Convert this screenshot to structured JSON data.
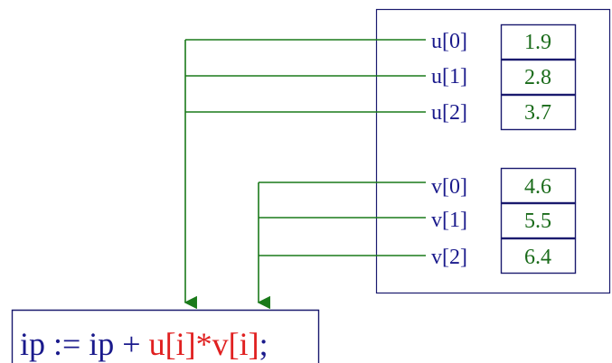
{
  "colors": {
    "wire": "#1a7a1a",
    "box": "#1a1a6e",
    "label_text": "#1a1a8c",
    "value_text": "#1a6b1a",
    "expr_text": "#1a1a8c",
    "expr_highlight": "#e02020"
  },
  "memory": {
    "u": [
      {
        "label": "u[0]",
        "value": "1.9"
      },
      {
        "label": "u[1]",
        "value": "2.8"
      },
      {
        "label": "u[2]",
        "value": "3.7"
      }
    ],
    "v": [
      {
        "label": "v[0]",
        "value": "4.6"
      },
      {
        "label": "v[1]",
        "value": "5.5"
      },
      {
        "label": "v[2]",
        "value": "6.4"
      }
    ]
  },
  "statement": {
    "prefix": "ip := ip + ",
    "highlight": "u[i]*v[i]",
    "suffix": ";"
  }
}
